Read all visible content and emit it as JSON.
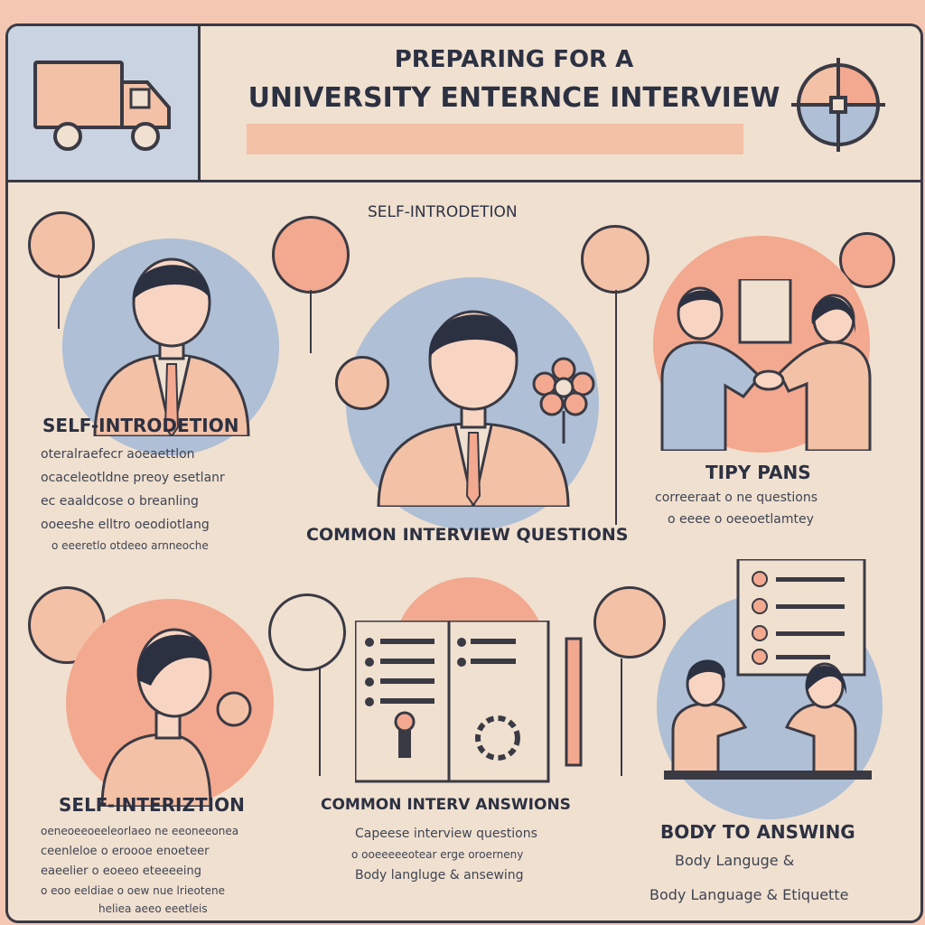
{
  "header": {
    "title_line1": "PREPARING FOR A",
    "title_line2": "UNIVERSITY ENTERNCE INTERVIEW"
  },
  "center_label": "SELF-INTRODETION",
  "middle_banner": "COMMON INTERVIEW QUESTIONS",
  "panels": {
    "top_left": {
      "heading": "SELF-INTRODETION",
      "lines": [
        "oteralraefecr aoeaettlon",
        "ocaceleotldne preoy esetlanr",
        "ec eaaldcose o breanling",
        "ooeeshe elltro oeodiotlang",
        "o eeeretlo otdeeo arnneoche"
      ]
    },
    "top_right": {
      "heading": "TIPY PANS",
      "lines": [
        "correeraat o ne questions",
        "o eeee o oeeoetlamtey"
      ]
    },
    "bottom_left": {
      "heading": "SELF-INTERIZTION",
      "lines": [
        "oeneoeeoeeleorlaeo ne eeoneeonea",
        "ceenleloe o eroooe enoeteer",
        "eaeelier o eoeeo eteeeeing",
        "o eoo eeldiae o oew nue lrieotene",
        "heliea aeeo eeetleis"
      ]
    },
    "bottom_center": {
      "heading": "COMMON INTERV ANSWIONS",
      "lines": [
        "Capeese interview questions",
        "o ooeeeeeotear erge oroerneny",
        "Body langluge & ansewing"
      ]
    },
    "bottom_right": {
      "heading": "BODY TO ANSWING",
      "lines": [
        "Body Languge &",
        "Body Language & Etiquette"
      ]
    }
  },
  "colors": {
    "navy": "#2c3142",
    "peach": "#f3a98f",
    "blue": "#aebfd6",
    "cream": "#f0e0d0",
    "outline": "#3a3a44"
  }
}
